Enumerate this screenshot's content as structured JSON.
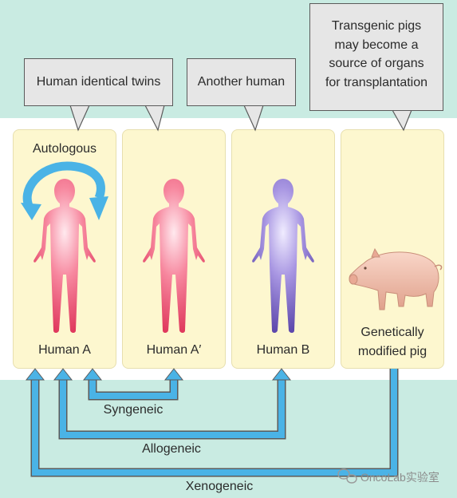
{
  "callouts": {
    "twins": "Human identical twins",
    "another": "Another human",
    "pigs_line1": "Transgenic pigs",
    "pigs_line2": "may become a",
    "pigs_line3": "source of organs",
    "pigs_line4": "for transplantation"
  },
  "panels": {
    "autologous": "Autologous",
    "human_a": "Human A",
    "human_a_prime": "Human A′",
    "human_b": "Human B",
    "pig_line1": "Genetically",
    "pig_line2": "modified pig"
  },
  "connectors": {
    "syngeneic": "Syngeneic",
    "allogeneic": "Allogeneic",
    "xenogeneic": "Xenogeneic"
  },
  "watermark": "OncoLab实验室",
  "colors": {
    "background": "#c9ebe2",
    "panel": "#fdf7cf",
    "arrow": "#4ab3e6",
    "human_red": "#ef5a78",
    "human_purple": "#7f6ac8"
  }
}
